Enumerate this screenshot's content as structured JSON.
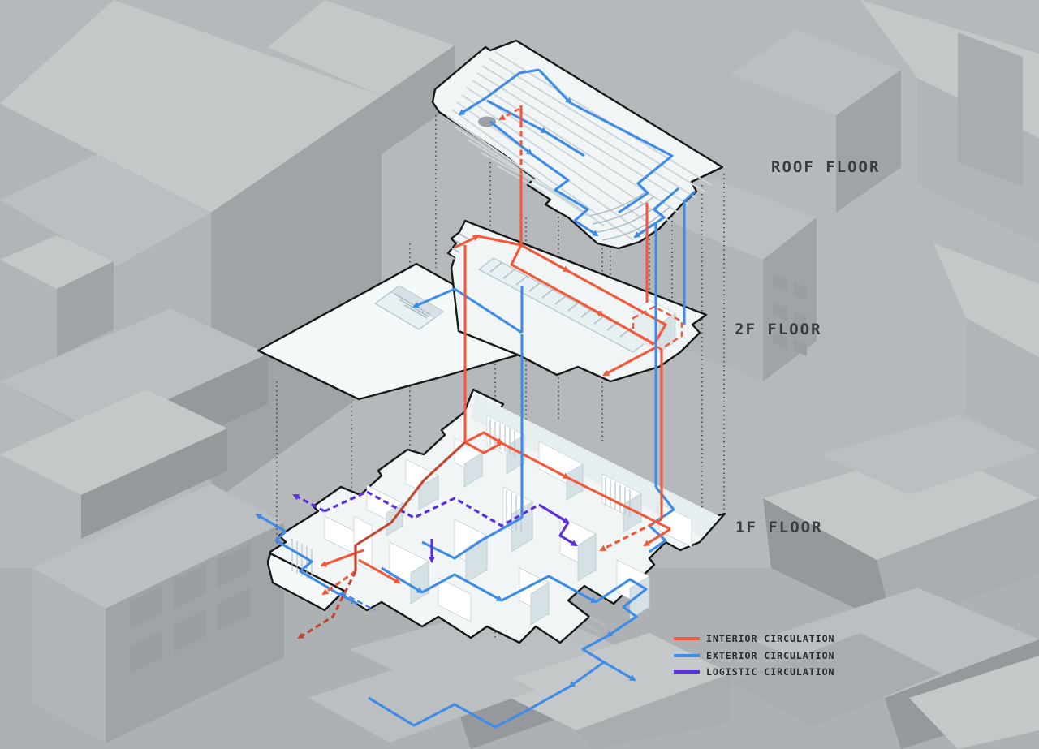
{
  "diagram": {
    "type": "exploded-axonometric-circulation-diagram",
    "floors": {
      "roof": "ROOF FLOOR",
      "second": "2F FLOOR",
      "first": "1F FLOOR"
    }
  },
  "legend": {
    "items": [
      {
        "label": "INTERIOR CIRCULATION",
        "color": "#f2593a"
      },
      {
        "label": "EXTERIOR CIRCULATION",
        "color": "#3f8ce8"
      },
      {
        "label": "LOGISTIC CIRCULATION",
        "color": "#5b2ee0"
      }
    ]
  },
  "colors": {
    "interior": "#f2593a",
    "interior_dark": "#c2472e",
    "exterior": "#3f8ce8",
    "logistic": "#5b2ee0",
    "background": "#b6b9bb",
    "plate": "#f1f5f6",
    "outline": "#17191b"
  }
}
